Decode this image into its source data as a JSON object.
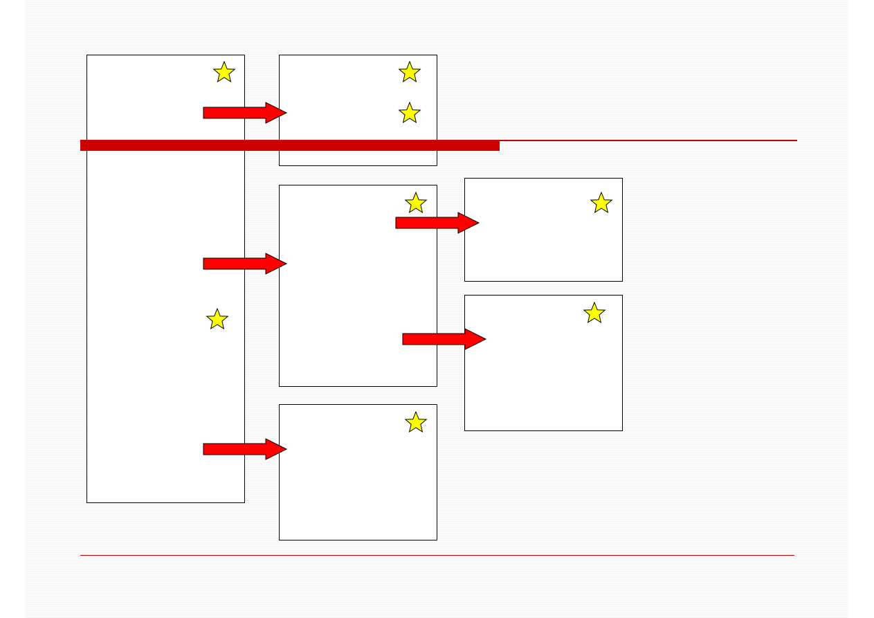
{
  "colors": {
    "background": "#fbfbfb",
    "accent_line": "#cc0000",
    "arrow_fill": "#ff0000",
    "star_fill": "#ffff00",
    "outline": "#000000"
  },
  "icons": {
    "star": "star-icon",
    "arrow": "right-arrow-icon"
  },
  "diagram": {
    "boxes": [
      "level-1-box",
      "level-2-box-a",
      "level-2-box-b",
      "level-2-box-c",
      "level-3-box-a",
      "level-3-box-b"
    ],
    "connections": [
      {
        "from": "level-1-box",
        "to": "level-2-box-a"
      },
      {
        "from": "level-1-box",
        "to": "level-2-box-b"
      },
      {
        "from": "level-1-box",
        "to": "level-2-box-c"
      },
      {
        "from": "level-2-box-b",
        "to": "level-3-box-a"
      },
      {
        "from": "level-2-box-b",
        "to": "level-3-box-b"
      }
    ],
    "star_counts": {
      "level-1-box": 2,
      "level-2-box-a": 2,
      "level-2-box-b": 1,
      "level-2-box-c": 1,
      "level-3-box-a": 1,
      "level-3-box-b": 1
    }
  }
}
